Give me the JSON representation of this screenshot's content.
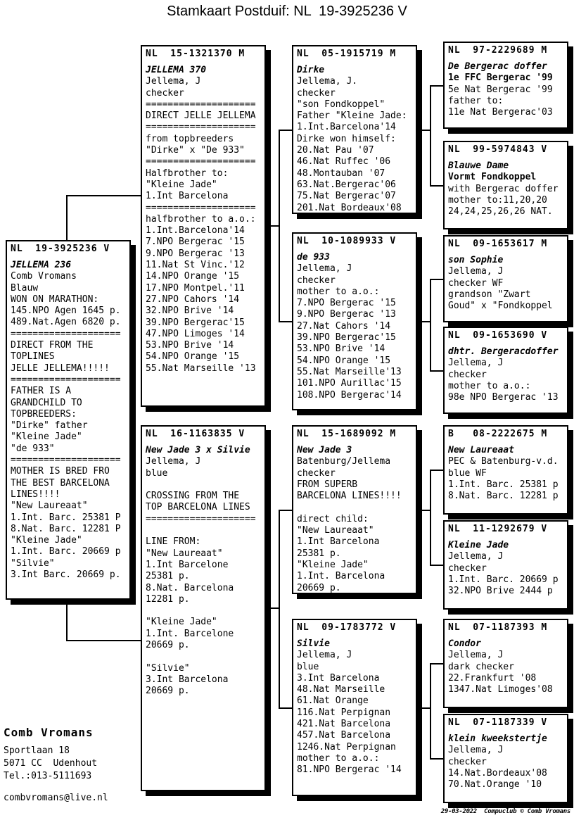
{
  "title": "Stamkaart Postduif: NL  19-3925236 V",
  "boxes": [
    {
      "id": "subject",
      "relation": "subject",
      "ring": "NL  19-3925236 V",
      "lines": [
        {
          "text": "JELLEMA 236",
          "style": "name"
        },
        {
          "text": "Comb Vromans"
        },
        {
          "text": "Blauw"
        },
        {
          "text": "WON ON MARATHON:"
        },
        {
          "text": "145.NPO Agen 1645 p."
        },
        {
          "text": "489.Nat.Agen 6820 p."
        },
        {
          "text": "===================="
        },
        {
          "text": "DIRECT FROM THE"
        },
        {
          "text": "TOPLINES"
        },
        {
          "text": "JELLE JELLEMA!!!!!"
        },
        {
          "text": "===================="
        },
        {
          "text": "FATHER IS A"
        },
        {
          "text": "GRANDCHILD TO"
        },
        {
          "text": "TOPBREEDERS:"
        },
        {
          "text": "\"Dirke\" father"
        },
        {
          "text": "\"Kleine Jade\""
        },
        {
          "text": "\"de 933\""
        },
        {
          "text": "===================="
        },
        {
          "text": "MOTHER IS BRED FRO"
        },
        {
          "text": "THE BEST BARCELONA"
        },
        {
          "text": "LINES!!!!"
        },
        {
          "text": "\"New Laureaat\""
        },
        {
          "text": "1.Int. Barc. 25381 P"
        },
        {
          "text": "8.Nat. Barc. 12281 P"
        },
        {
          "text": "\"Kleine Jade\""
        },
        {
          "text": "1.Int. Barc. 20669 p"
        },
        {
          "text": "\"Silvie\""
        },
        {
          "text": "3.Int Barc. 20669 p."
        }
      ]
    },
    {
      "id": "father",
      "relation": "father",
      "ring": "NL  15-1321370 M",
      "lines": [
        {
          "text": "JELLEMA 370",
          "style": "name"
        },
        {
          "text": "Jellema, J"
        },
        {
          "text": "checker"
        },
        {
          "text": "===================="
        },
        {
          "text": "DIRECT JELLE JELLEMA"
        },
        {
          "text": "===================="
        },
        {
          "text": "from topbreeders"
        },
        {
          "text": "\"Dirke\" x \"De 933\""
        },
        {
          "text": "===================="
        },
        {
          "text": "Halfbrother to:"
        },
        {
          "text": "\"Kleine Jade\""
        },
        {
          "text": "1.Int Barcelona"
        },
        {
          "text": "===================="
        },
        {
          "text": "halfbrother to a.o.:"
        },
        {
          "text": "1.Int.Barcelona'14"
        },
        {
          "text": "7.NPO Bergerac '15"
        },
        {
          "text": "9.NPO Bergerac '13"
        },
        {
          "text": "11.Nat St Vinc.'12"
        },
        {
          "text": "14.NPO Orange '15"
        },
        {
          "text": "17.NPO Montpel.'11"
        },
        {
          "text": "27.NPO Cahors '14"
        },
        {
          "text": "32.NPO Brive '14"
        },
        {
          "text": "39.NPO Bergerac'15"
        },
        {
          "text": "47.NPO Limoges '14"
        },
        {
          "text": "53.NPO Brive '14"
        },
        {
          "text": "54.NPO Orange '15"
        },
        {
          "text": "55.Nat Marseille '13"
        }
      ]
    },
    {
      "id": "mother",
      "relation": "mother",
      "ring": "NL  16-1163835 V",
      "lines": [
        {
          "text": "New Jade 3 x Silvie",
          "style": "name"
        },
        {
          "text": "Jellema, J"
        },
        {
          "text": "blue"
        },
        {
          "text": ""
        },
        {
          "text": "CROSSING FROM THE"
        },
        {
          "text": "TOP BARCELONA LINES"
        },
        {
          "text": "===================="
        },
        {
          "text": ""
        },
        {
          "text": "LINE FROM:"
        },
        {
          "text": "\"New Laureaat\""
        },
        {
          "text": "1.Int Barcelone"
        },
        {
          "text": "25381 p."
        },
        {
          "text": "8.Nat. Barcelona"
        },
        {
          "text": "12281 p."
        },
        {
          "text": ""
        },
        {
          "text": "\"Kleine Jade\""
        },
        {
          "text": "1.Int. Barcelone"
        },
        {
          "text": "20669 p."
        },
        {
          "text": ""
        },
        {
          "text": "\"Silvie\""
        },
        {
          "text": "3.Int Barcelona"
        },
        {
          "text": "20669 p."
        }
      ]
    },
    {
      "id": "ff",
      "relation": "paternal-grandfather",
      "ring": "NL  05-1915719 M",
      "lines": [
        {
          "text": "Dirke",
          "style": "name"
        },
        {
          "text": "Jellema, J."
        },
        {
          "text": "checker"
        },
        {
          "text": "\"son Fondkoppel\""
        },
        {
          "text": "Father \"Kleine Jade:"
        },
        {
          "text": "1.Int.Barcelona'14"
        },
        {
          "text": "Dirke won himself:"
        },
        {
          "text": "20.Nat Pau '07"
        },
        {
          "text": "46.Nat Ruffec '06"
        },
        {
          "text": "48.Montauban '07"
        },
        {
          "text": "63.Nat.Bergerac'06"
        },
        {
          "text": "75.Nat Bergerac'07"
        },
        {
          "text": "201.Nat Bordeaux'08"
        }
      ]
    },
    {
      "id": "fm",
      "relation": "paternal-grandmother",
      "ring": "NL  10-1089933 V",
      "lines": [
        {
          "text": "de 933",
          "style": "name"
        },
        {
          "text": "Jellema, J"
        },
        {
          "text": "checker"
        },
        {
          "text": "mother to a.o.:"
        },
        {
          "text": "7.NPO Bergerac '15"
        },
        {
          "text": "9.NPO Bergerac '13"
        },
        {
          "text": "27.Nat Cahors '14"
        },
        {
          "text": "39.NPO Bergerac'15"
        },
        {
          "text": "53.NPO Brive '14"
        },
        {
          "text": "54.NPO Orange '15"
        },
        {
          "text": "55.Nat Marseille'13"
        },
        {
          "text": "101.NPO Aurillac'15"
        },
        {
          "text": "108.NPO Bergerac'14"
        }
      ]
    },
    {
      "id": "mf",
      "relation": "maternal-grandfather",
      "ring": "NL  15-1689092 M",
      "lines": [
        {
          "text": "New Jade 3",
          "style": "name"
        },
        {
          "text": "Batenburg/Jellema"
        },
        {
          "text": "checker"
        },
        {
          "text": "FROM SUPERB"
        },
        {
          "text": "BARCELONA LINES!!!!"
        },
        {
          "text": ""
        },
        {
          "text": "direct child:"
        },
        {
          "text": "\"New Laureaat\""
        },
        {
          "text": "1.Int Barcelona"
        },
        {
          "text": "25381 p."
        },
        {
          "text": "\"Kleine Jade\""
        },
        {
          "text": "1.Int. Barcelona"
        },
        {
          "text": "20669 p."
        }
      ]
    },
    {
      "id": "mm",
      "relation": "maternal-grandmother",
      "ring": "NL  09-1783772 V",
      "lines": [
        {
          "text": "Silvie",
          "style": "name"
        },
        {
          "text": "Jellema, J"
        },
        {
          "text": "blue"
        },
        {
          "text": "3.Int Barcelona"
        },
        {
          "text": "48.Nat Marseille"
        },
        {
          "text": "61.Nat Orange"
        },
        {
          "text": "116.Nat Perpignan"
        },
        {
          "text": "421.Nat Barcelona"
        },
        {
          "text": "457.Nat Barcelona"
        },
        {
          "text": "1246.Nat Perpignan"
        },
        {
          "text": "mother to a.o.:"
        },
        {
          "text": "81.NPO Bergerac '14"
        }
      ]
    },
    {
      "id": "fff",
      "relation": "great-grandfather-ff",
      "ring": "NL  97-2229689 M",
      "lines": [
        {
          "text": "De Bergerac doffer",
          "style": "name"
        },
        {
          "text": "1e FFC Bergerac '99",
          "style": "bold"
        },
        {
          "text": "5e Nat Bergerac '99"
        },
        {
          "text": "father to:"
        },
        {
          "text": "11e Nat Bergerac'03"
        }
      ]
    },
    {
      "id": "ffm",
      "relation": "great-grandmother-ff",
      "ring": "NL  99-5974843 V",
      "lines": [
        {
          "text": "Blauwe Dame",
          "style": "name"
        },
        {
          "text": "Vormt Fondkoppel",
          "style": "bold"
        },
        {
          "text": "with Bergerac doffer"
        },
        {
          "text": "mother to:11,20,20"
        },
        {
          "text": "24,24,25,26,26 NAT."
        }
      ]
    },
    {
      "id": "fmf",
      "relation": "great-grandfather-fm",
      "ring": "NL  09-1653617 M",
      "lines": [
        {
          "text": "son Sophie",
          "style": "name"
        },
        {
          "text": "Jellema, J"
        },
        {
          "text": "checker WF"
        },
        {
          "text": "grandson \"Zwart"
        },
        {
          "text": "Goud\" x \"Fondkoppel"
        }
      ]
    },
    {
      "id": "fmm",
      "relation": "great-grandmother-fm",
      "ring": "NL  09-1653690 V",
      "lines": [
        {
          "text": "dhtr. Bergeracdoffer",
          "style": "name"
        },
        {
          "text": "Jellema, J"
        },
        {
          "text": "checker"
        },
        {
          "text": "mother to a.o.:"
        },
        {
          "text": "98e NPO Bergerac '13"
        }
      ]
    },
    {
      "id": "mff",
      "relation": "great-grandfather-mf",
      "ring": "B   08-2222675 M",
      "lines": [
        {
          "text": "New Laureaat",
          "style": "name"
        },
        {
          "text": "PEC & Batenburg-v.d."
        },
        {
          "text": "blue WF"
        },
        {
          "text": "1.Int. Barc. 25381 p"
        },
        {
          "text": "8.Nat. Barc. 12281 p"
        }
      ]
    },
    {
      "id": "mfm",
      "relation": "great-grandmother-mf",
      "ring": "NL  11-1292679 V",
      "lines": [
        {
          "text": "Kleine Jade",
          "style": "name"
        },
        {
          "text": "Jellema, J"
        },
        {
          "text": "checker"
        },
        {
          "text": "1.Int. Barc. 20669 p"
        },
        {
          "text": "32.NPO Brive 2444 p"
        }
      ]
    },
    {
      "id": "mmf",
      "relation": "great-grandfather-mm",
      "ring": "NL  07-1187393 M",
      "lines": [
        {
          "text": "Condor",
          "style": "name"
        },
        {
          "text": "Jellema, J"
        },
        {
          "text": "dark checker"
        },
        {
          "text": "22.Frankfurt '08"
        },
        {
          "text": "1347.Nat Limoges'08"
        }
      ]
    },
    {
      "id": "mmm",
      "relation": "great-grandmother-mm",
      "ring": "NL  07-1187339 V",
      "lines": [
        {
          "text": "klein kweekstertje",
          "style": "name"
        },
        {
          "text": "Jellema, J"
        },
        {
          "text": "checker"
        },
        {
          "text": "14.Nat.Bordeaux'08"
        },
        {
          "text": "70.Nat.Orange '10"
        }
      ]
    }
  ],
  "footer": {
    "owner": "Comb Vromans",
    "address_line1": "Sportlaan 18",
    "address_line2": "5071 CC  Udenhout",
    "phone": "Tel.:013-5111693",
    "email": "combvromans@live.nl",
    "credit": "29-03-2022  Compuclub © Comb Vromans"
  }
}
